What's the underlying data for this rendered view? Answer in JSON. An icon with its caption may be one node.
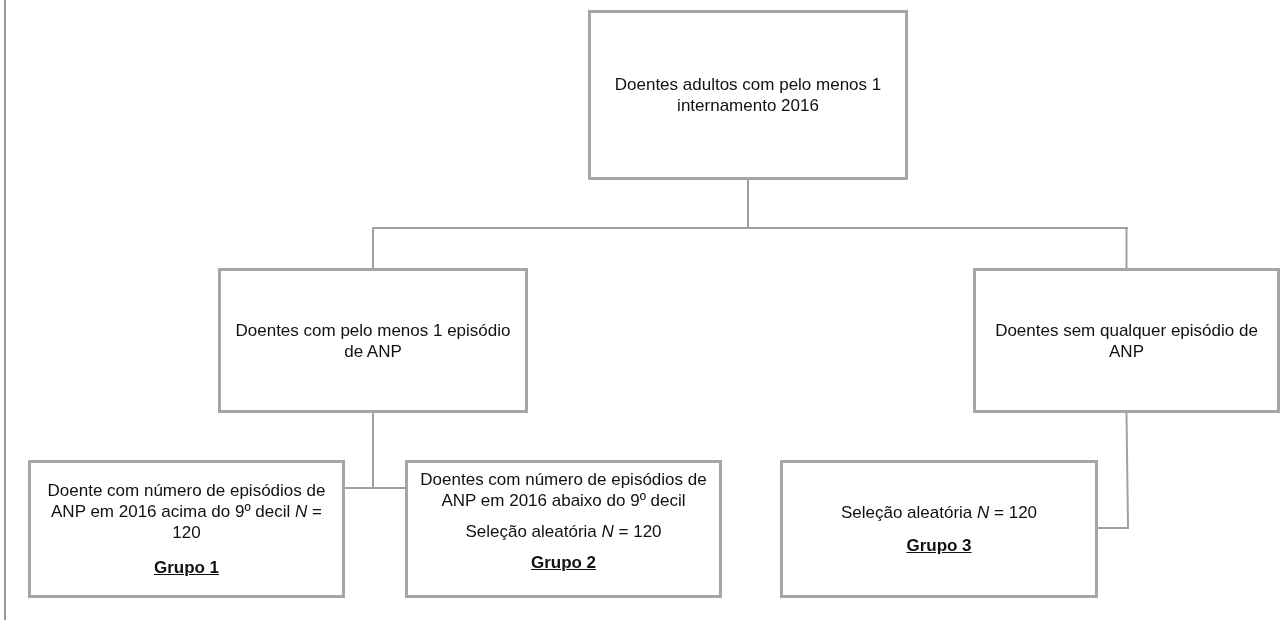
{
  "diagram": {
    "nodes": [
      {
        "text": [
          "Doentes adultos com pelo menos 1 internamento 2016"
        ]
      },
      {
        "text": [
          "Doentes com pelo menos 1 episódio de ANP"
        ]
      },
      {
        "text": [
          "Doentes sem qualquer episódio de ANP"
        ]
      },
      {
        "text": [
          "Doente com número de episódios de ANP em 2016 acima do 9º decil *N* = 120",
          "Grupo 1"
        ]
      },
      {
        "text": [
          "Doentes com número de episódios de ANP em 2016 abaixo do 9º decil",
          "Seleção aleatória *N* = 120",
          "Grupo 2"
        ]
      },
      {
        "text": [
          "Seleção aleatória *N* = 120",
          "Grupo 3"
        ]
      }
    ],
    "edges": [
      {
        "from": 0,
        "to": 1,
        "arrow": "none"
      },
      {
        "from": 0,
        "to": 2,
        "arrow": "none"
      },
      {
        "from": 1,
        "to": 3,
        "arrow": "none"
      },
      {
        "from": 1,
        "to": 4,
        "arrow": "none"
      },
      {
        "from": 2,
        "to": 5,
        "arrow": "none"
      }
    ]
  }
}
